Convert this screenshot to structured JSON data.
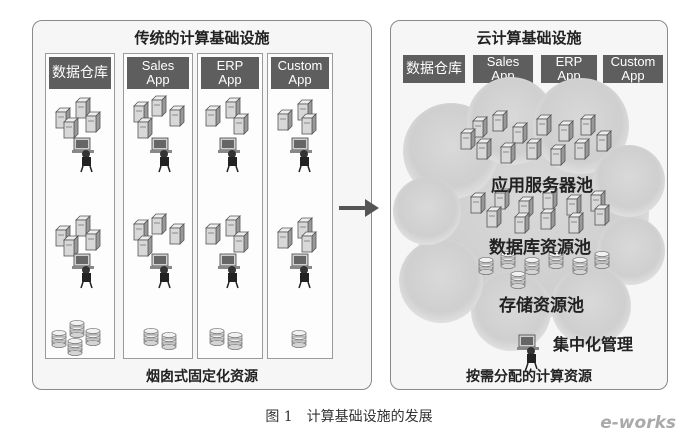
{
  "left_panel": {
    "title": "传统的计算基础设施",
    "footer": "烟囱式固定化资源",
    "columns": [
      {
        "label": "数据仓库"
      },
      {
        "label": "Sales\nApp"
      },
      {
        "label": "ERP\nApp"
      },
      {
        "label": "Custom\nApp"
      }
    ]
  },
  "right_panel": {
    "title": "云计算基础设施",
    "footer": "按需分配的计算资源",
    "headers": [
      {
        "label": "数据仓库"
      },
      {
        "label": "Sales\nApp"
      },
      {
        "label": "ERP\nApp"
      },
      {
        "label": "Custom\nApp"
      }
    ],
    "cloud_labels": {
      "app_pool": "应用服务器池",
      "db_pool": "数据库资源池",
      "storage_pool": "存储资源池",
      "management": "集中化管理"
    }
  },
  "caption": "图 1　计算基础设施的发展",
  "watermark": "e-works",
  "icons": [
    "server-icon",
    "operator-icon",
    "disk-stack-icon",
    "arrow-right-icon",
    "cloud-shape"
  ]
}
